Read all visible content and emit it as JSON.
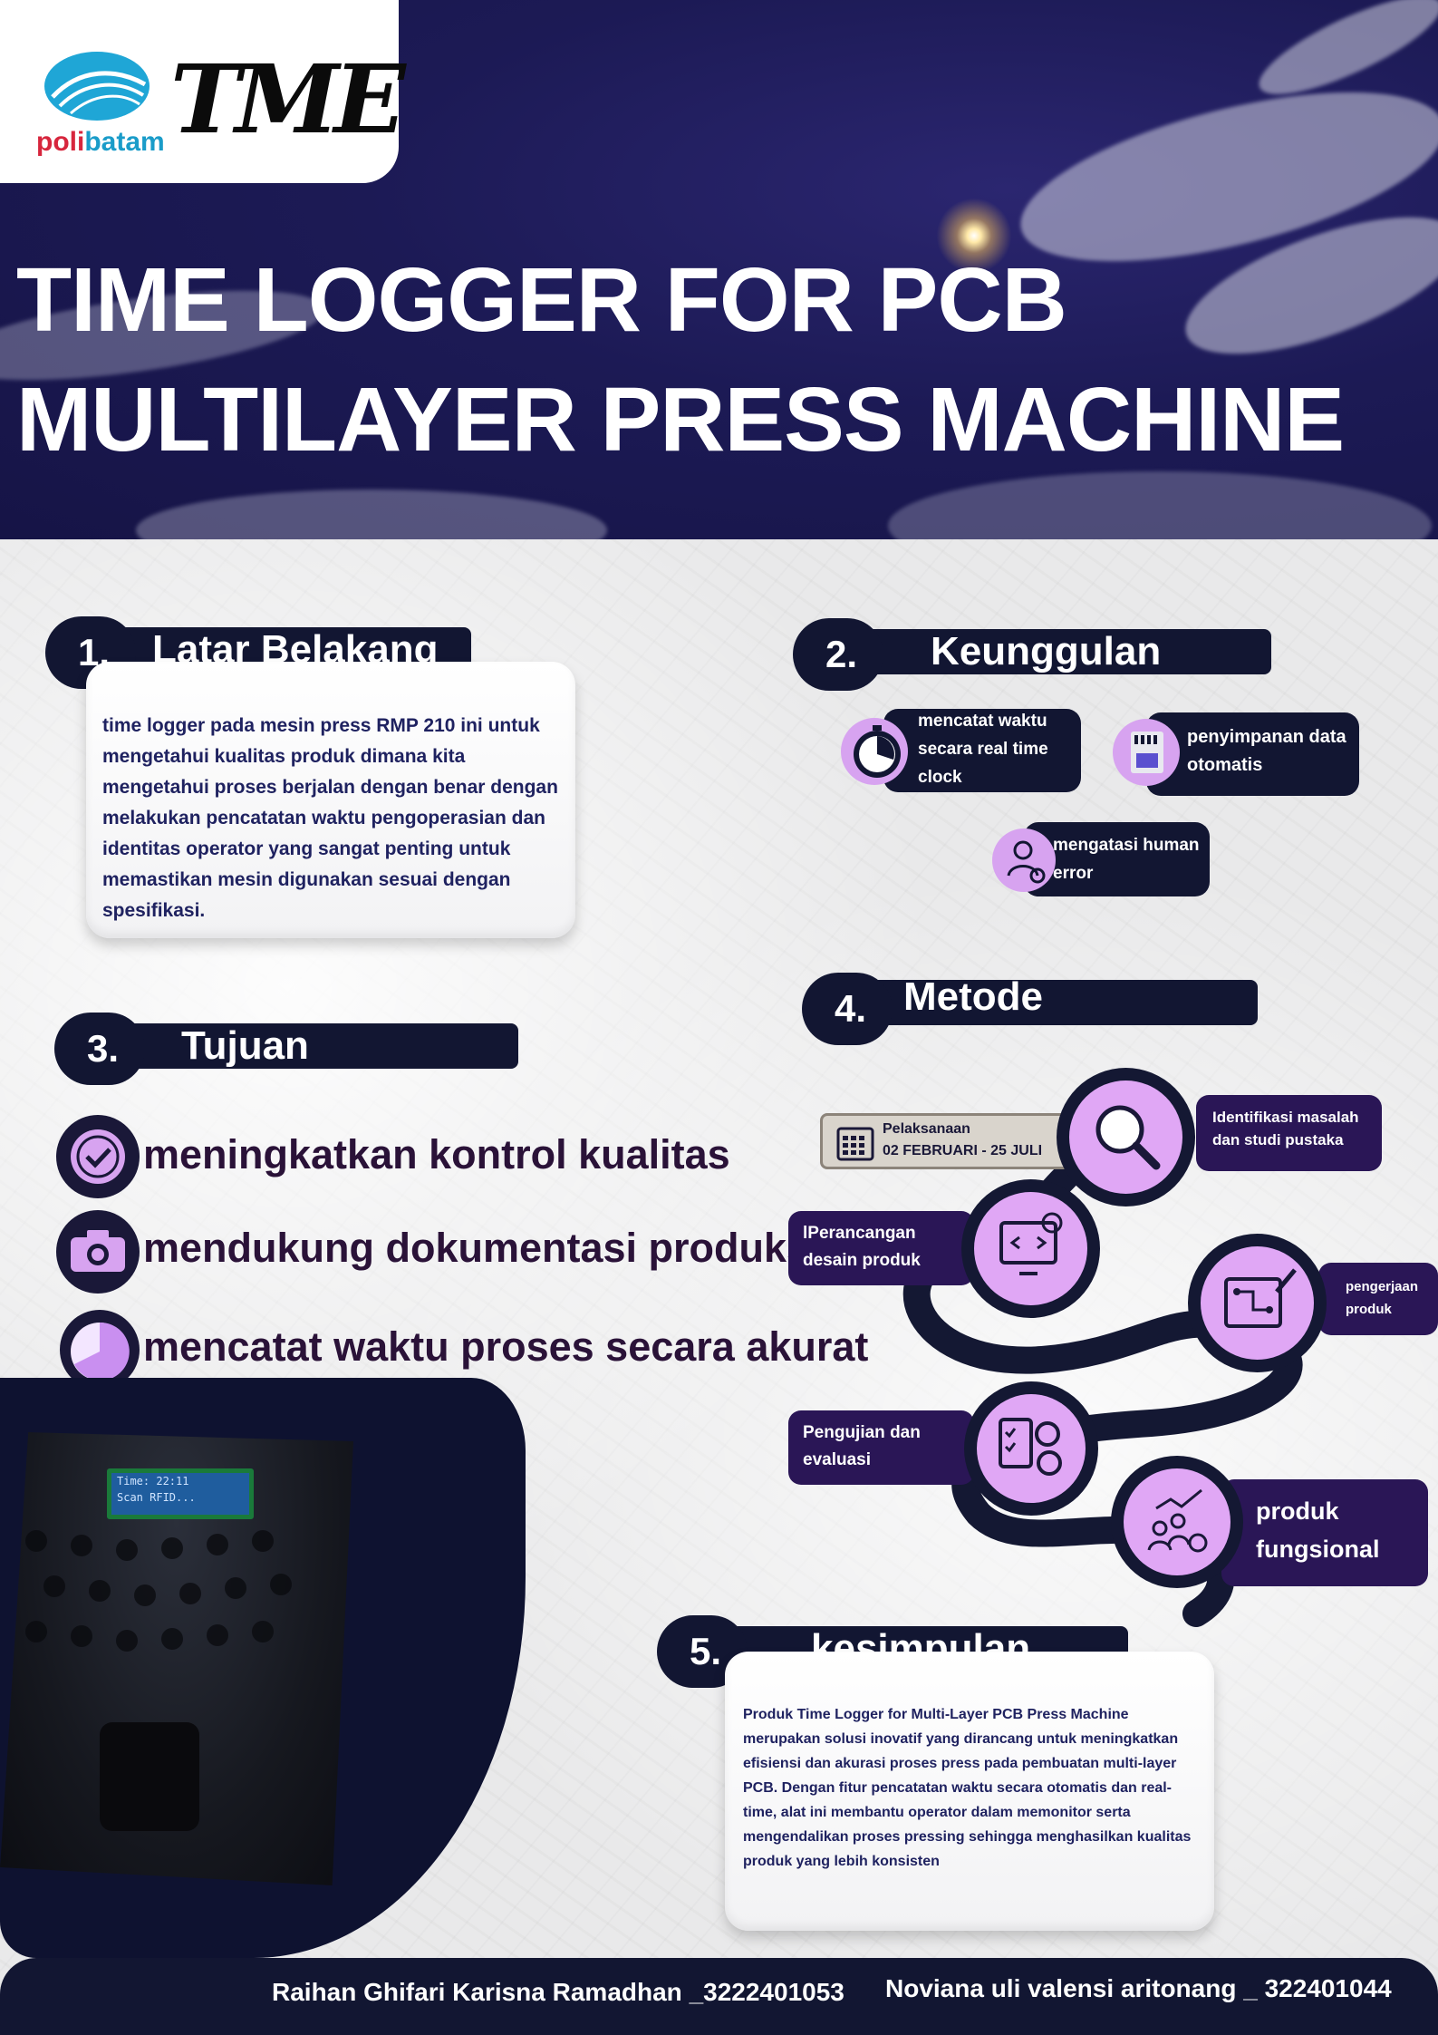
{
  "header": {
    "title_line1": "TIME LOGGER FOR PCB",
    "title_line2": "MULTILAYER PRESS MACHINE",
    "logo_poli_prefix": "poli",
    "logo_poli_suffix": "batam",
    "logo_tme": "TME"
  },
  "latar": {
    "number": "1.",
    "label": "Latar Belakang",
    "text": "time logger pada mesin press RMP 210 ini untuk mengetahui kualitas produk dimana kita mengetahui proses berjalan dengan benar dengan melakukan pencatatan waktu pengoperasian dan identitas operator yang sangat penting untuk memastikan mesin digunakan sesuai dengan spesifikasi."
  },
  "keunggulan": {
    "number": "2.",
    "label": "Keunggulan",
    "items": [
      {
        "text": "mencatat waktu secara real time clock",
        "icon": "stopwatch-icon"
      },
      {
        "text": "penyimpanan data otomatis",
        "icon": "storage-card-icon"
      },
      {
        "text": "mengatasi human error",
        "icon": "error-person-icon"
      }
    ]
  },
  "tujuan": {
    "number": "3.",
    "label": "Tujuan",
    "items": [
      {
        "text": "meningkatkan kontrol kualitas",
        "icon": "quality-check-icon"
      },
      {
        "text": "mendukung dokumentasi produksi",
        "icon": "camera-icon"
      },
      {
        "text": "mencatat waktu proses secara akurat",
        "icon": "timer-icon"
      }
    ]
  },
  "lcd": {
    "line1": "Time: 22:11",
    "line2": "Scan RFID..."
  },
  "metode": {
    "number": "4.",
    "label": "Metode",
    "schedule_label": "Pelaksanaan",
    "schedule_dates": "02 FEBRUARI - 25 JULI",
    "steps": [
      {
        "text": "Identifikasi masalah dan studi pustaka",
        "icon": "magnifier-icon"
      },
      {
        "text": "lPerancangan desain produk",
        "icon": "code-monitor-icon"
      },
      {
        "text": "pengerjaan produk",
        "icon": "circuit-board-icon"
      },
      {
        "text": "Pengujian dan evaluasi",
        "icon": "checklist-gears-icon"
      },
      {
        "text": "produk fungsional",
        "icon": "team-growth-icon"
      }
    ]
  },
  "kesimpulan": {
    "number": "5.",
    "label": "kesimpulan",
    "text": "Produk Time Logger for Multi-Layer PCB Press Machine merupakan solusi inovatif yang dirancang untuk meningkatkan efisiensi dan akurasi proses press pada pembuatan multi-layer PCB. Dengan fitur pencatatan waktu secara otomatis dan real-time, alat ini membantu operator dalam memonitor serta mengendalikan proses pressing sehingga menghasilkan kualitas produk yang lebih konsisten"
  },
  "footer": {
    "author1": "Raihan Ghifari Karisna Ramadhan _3222401053",
    "author2": "Noviana uli valensi aritonang _ 322401044"
  }
}
